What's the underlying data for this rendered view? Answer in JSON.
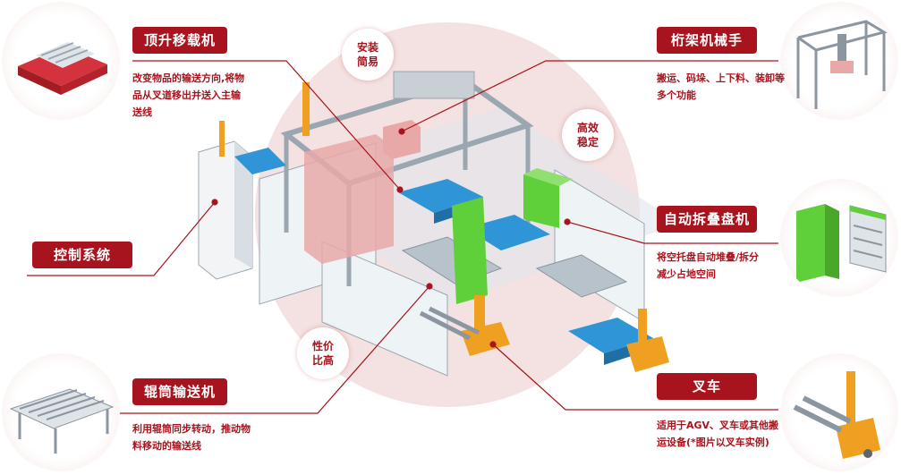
{
  "colors": {
    "accent": "#a8141e",
    "halo": "#f4e1e1",
    "steel": "#8c96a0",
    "blue": "#2f95d6",
    "green": "#5fcf3a",
    "orange": "#f0a020",
    "pink": "#e8a8a8"
  },
  "labels": {
    "lift_transfer": {
      "title": "顶升移载机",
      "desc_line1": "改变物品的输送方向,将物",
      "desc_line2": "品从叉道移出并送入主输",
      "desc_line3": "送线"
    },
    "control": {
      "title": "控制系统"
    },
    "roller": {
      "title": "辊筒输送机",
      "desc_line1": "利用辊筒同步转动，推动物",
      "desc_line2": "料移动的输送线"
    },
    "gantry": {
      "title": "桁架机械手",
      "desc_line1": "搬运、码垛、上下料、装卸等",
      "desc_line2": "多个功能"
    },
    "folder": {
      "title": "自动拆叠盘机",
      "desc_line1": "将空托盘自动堆叠/拆分",
      "desc_line2": "减少占地空间"
    },
    "forklift": {
      "title": "叉车",
      "desc_line1": "适用于AGV、叉车或其他搬",
      "desc_line2": "运设备(*图片以叉车实例)"
    }
  },
  "bubbles": {
    "install": "安装\n简易",
    "efficient": "高效\n稳定",
    "value": "性价\n比高"
  },
  "icons": [
    "lift-transfer-thumb-icon",
    "roller-conveyor-thumb-icon",
    "gantry-robot-thumb-icon",
    "pallet-folder-thumb-icon",
    "forklift-thumb-icon"
  ]
}
